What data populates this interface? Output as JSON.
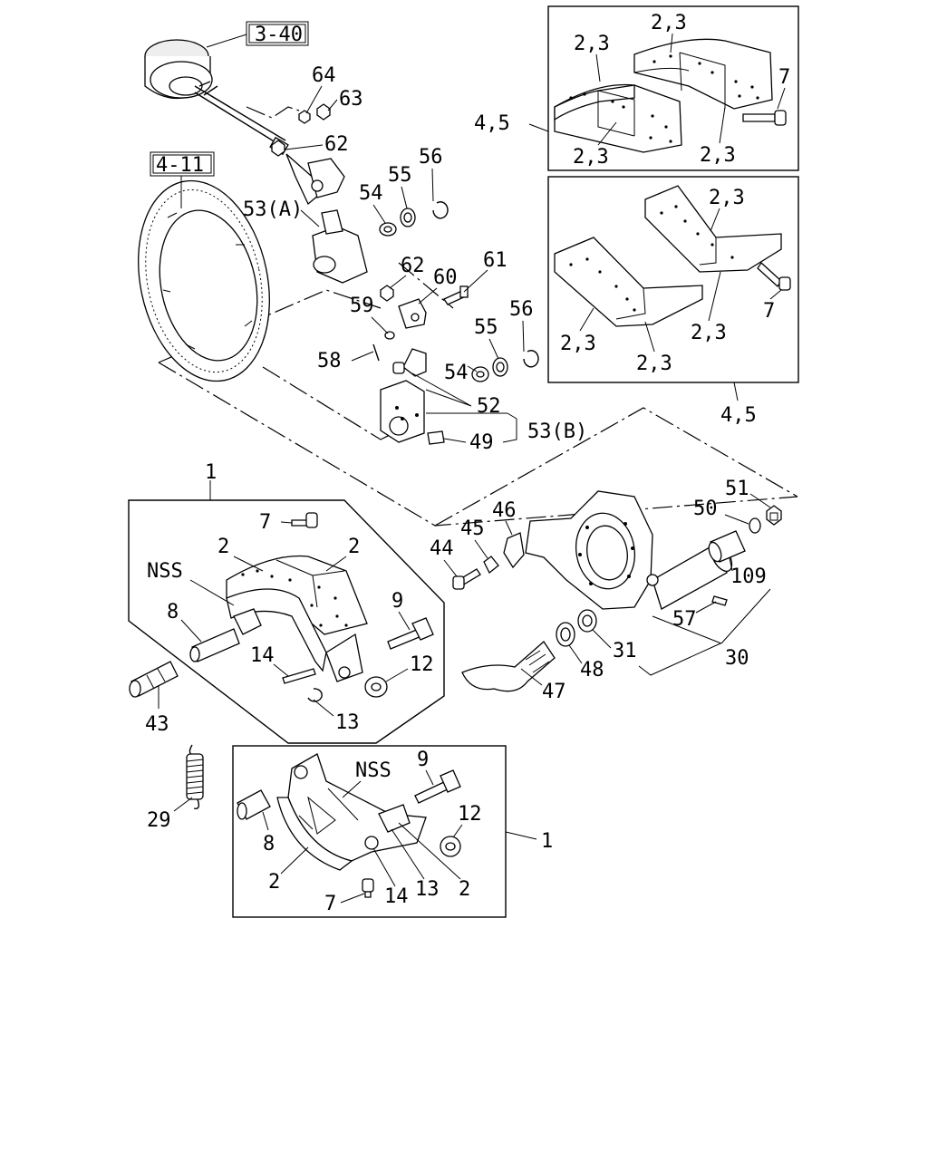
{
  "refs": {
    "ref_340": "3-40",
    "ref_411": "4-11"
  },
  "callouts": {
    "c64": "64",
    "c63": "63",
    "c62a": "62",
    "c56a": "56",
    "c55a": "55",
    "c54a": "54",
    "c53a": "53(A)",
    "c62b": "62",
    "c61": "61",
    "c60": "60",
    "c59": "59",
    "c58": "58",
    "c54b": "54",
    "c55b": "55",
    "c56b": "56",
    "c52": "52",
    "c53b": "53(B)",
    "c49": "49",
    "k23a": "2,3",
    "k23b": "2,3",
    "k23c": "2,3",
    "k23d": "2,3",
    "k7a": "7",
    "k45a": "4,5",
    "k23e": "2,3",
    "k23f": "2,3",
    "k23g": "2,3",
    "k23h": "2,3",
    "k7b": "7",
    "k45b": "4,5",
    "s1a": "1",
    "s7a": "7",
    "s2a": "2",
    "s2b": "2",
    "snssa": "NSS",
    "s8a": "8",
    "s9a": "9",
    "s14a": "14",
    "s12a": "12",
    "s13a": "13",
    "s43": "43",
    "s29": "29",
    "b9": "9",
    "bnss": "NSS",
    "b12": "12",
    "b1": "1",
    "b8": "8",
    "b2a": "2",
    "b7": "7",
    "b14": "14",
    "b13": "13",
    "b2b": "2",
    "p51": "51",
    "p50": "50",
    "p46": "46",
    "p45": "45",
    "p44": "44",
    "p109": "109",
    "p57": "57",
    "p31": "31",
    "p30": "30",
    "p48": "48",
    "p47": "47"
  }
}
